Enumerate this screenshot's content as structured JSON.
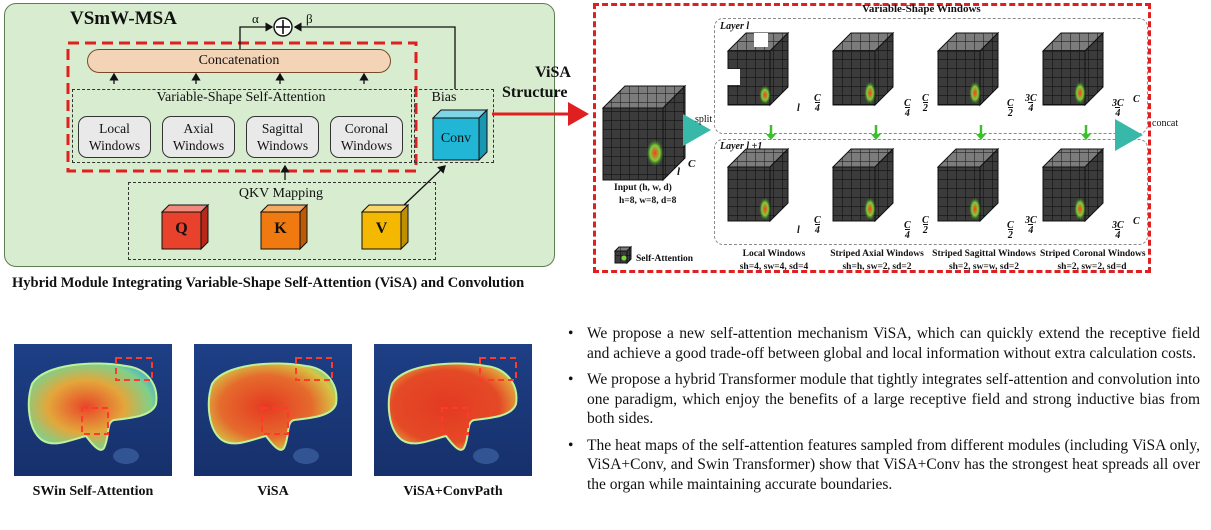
{
  "hybrid": {
    "title": "VSmW-MSA",
    "alpha": "α",
    "beta": "β",
    "concatenation": "Concatenation",
    "vssa_label": "Variable-Shape Self-Attention",
    "windows": [
      {
        "line1": "Local",
        "line2": "Windows"
      },
      {
        "line1": "Axial",
        "line2": "Windows"
      },
      {
        "line1": "Sagittal",
        "line2": "Windows"
      },
      {
        "line1": "Coronal",
        "line2": "Windows"
      }
    ],
    "bias_label": "Bias",
    "conv_label": "Conv",
    "qkv_label": "QKV Mapping",
    "q": "Q",
    "k": "K",
    "v": "V",
    "caption": "Hybrid  Module Integrating Variable-Shape  Self-Attention (ViSA)  and Convolution"
  },
  "visa": {
    "line1": "ViSA",
    "line2": "Structure"
  },
  "structure": {
    "title": "Variable-Shape Windows",
    "split": "split",
    "concat": "concat",
    "layer_l": "Layer l",
    "layer_l1": "Layer l +1",
    "input_label": "Input (h, w, d)",
    "input_dims": "h=8, w=8, d=8",
    "input_l": "l",
    "input_c": "C",
    "legend": "Self-Attention",
    "frac_labels_top": [
      {
        "a": "l",
        "num": "C",
        "den": "4"
      },
      {
        "a": "C",
        "adiv": "4",
        "num": "C",
        "den": "2"
      },
      {
        "a": "C",
        "adiv": "2",
        "num": "3C",
        "den": "4"
      },
      {
        "a": "3C",
        "adiv": "4",
        "num": "C",
        "den": ""
      }
    ],
    "frac_labels_bottom": [
      {
        "a": "l",
        "num": "C",
        "den": "4"
      },
      {
        "a": "C",
        "adiv": "4",
        "num": "C",
        "den": "2"
      },
      {
        "a": "C",
        "adiv": "2",
        "num": "3C",
        "den": "4"
      },
      {
        "a": "3C",
        "adiv": "4",
        "num": "C",
        "den": ""
      }
    ],
    "window_captions": [
      {
        "name": "Local Windows",
        "params": "sh=4, sw=4, sd=4"
      },
      {
        "name": "Striped Axial Windows",
        "params": "sh=h, sw=2, sd=2"
      },
      {
        "name": "Striped Sagittal Windows",
        "params": "sh=2, sw=w, sd=2"
      },
      {
        "name": "Striped Coronal Windows",
        "params": "sh=2, sw=2, sd=d"
      }
    ]
  },
  "heatmaps": [
    {
      "caption": "SWin  Self-Attention"
    },
    {
      "caption": "ViSA"
    },
    {
      "caption": "ViSA+ConvPath"
    }
  ],
  "bullets": [
    "We propose a new self-attention mechanism ViSA, which can quickly extend the receptive field and achieve a good trade-off between global and local information without extra calculation costs.",
    "We propose a hybrid Transformer module that tightly integrates self-attention and convolution into one paradigm, which enjoy the benefits of a large receptive field and strong inductive bias from both sides.",
    "The heat maps of the self-attention features sampled from different modules (including ViSA only, ViSA+Conv, and Swin Transformer) show that ViSA+Conv has the strongest heat spreads all over the organ while maintaining accurate boundaries."
  ],
  "colors": {
    "panel_bg": "#d8ecd0",
    "red_dash": "#e02020",
    "q_color": "#e8412c",
    "k_color": "#f07a10",
    "v_color": "#f5b800",
    "conv_color": "#22b6d6",
    "arrow_teal": "#37b8a8",
    "arrow_green": "#3fbf2f"
  }
}
